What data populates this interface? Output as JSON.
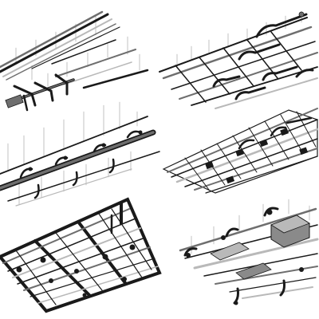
{
  "image": {
    "background_color": "#ffffff",
    "palette": {
      "steel_dark": "#1a1a1a",
      "steel_mid": "#6e6e6e",
      "steel_light": "#b9b9b9",
      "hanger": "#9a9a9a"
    },
    "panels": [
      {
        "id": "top-left",
        "depicts": "ceiling-pipe-bundle-diagonal"
      },
      {
        "id": "top-right",
        "depicts": "ceiling-pipe-grid-with-elbows"
      },
      {
        "id": "middle-left",
        "depicts": "long-main-pipe-with-branches"
      },
      {
        "id": "middle-right",
        "depicts": "ceiling-grid-with-duct-fittings"
      },
      {
        "id": "bottom-left",
        "depicts": "framed-ceiling-grid-dark"
      },
      {
        "id": "bottom-right",
        "depicts": "duct-network-with-large-boxes"
      }
    ]
  }
}
